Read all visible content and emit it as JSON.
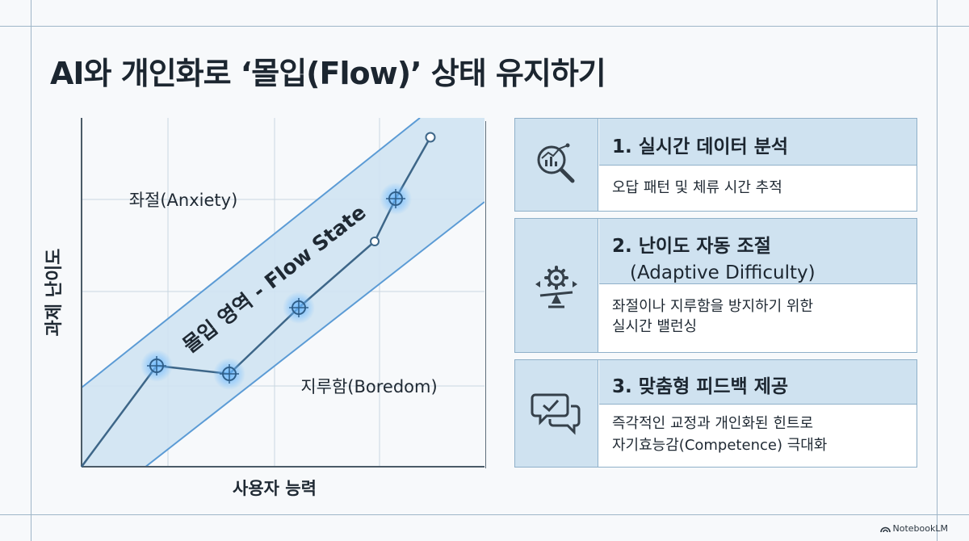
{
  "page": {
    "title": "AI와 개인화로 ‘몰입(Flow)’ 상태 유지하기",
    "watermark": "NotebookLM"
  },
  "chart": {
    "ylabel": "과제 난이도",
    "xlabel": "사용자 능력",
    "band_label": "몰입 영역 - Flow State",
    "zone_anxiety": "좌절(Anxiety)",
    "zone_boredom": "지루함(Boredom)"
  },
  "colors": {
    "band_fill": "#cfe3f2",
    "band_edge": "#5b9bd5",
    "line": "#3d6688",
    "glow": "#6ab8ff",
    "card_header": "#cfe2f0"
  },
  "cards": [
    {
      "title": "1. 실시간 데이터 분석",
      "title_line2": "",
      "body_line1": "오답 패턴 및 체류 시간 추적",
      "body_line2": "",
      "icon": "magnifier-chart-icon"
    },
    {
      "title": "2. 난이도 자동 조절",
      "title_line2": "(Adaptive Difficulty)",
      "body_line1": "좌절이나 지루함을 방지하기 위한",
      "body_line2": "실시간 밸런싱",
      "icon": "gear-balance-icon"
    },
    {
      "title": "3. 맞춤형 피드백 제공",
      "title_line2": "",
      "body_line1": "즉각적인 교정과 개인화된 힌트로",
      "body_line2": "자기효능감(Competence) 극대화",
      "icon": "chat-check-icon"
    }
  ]
}
